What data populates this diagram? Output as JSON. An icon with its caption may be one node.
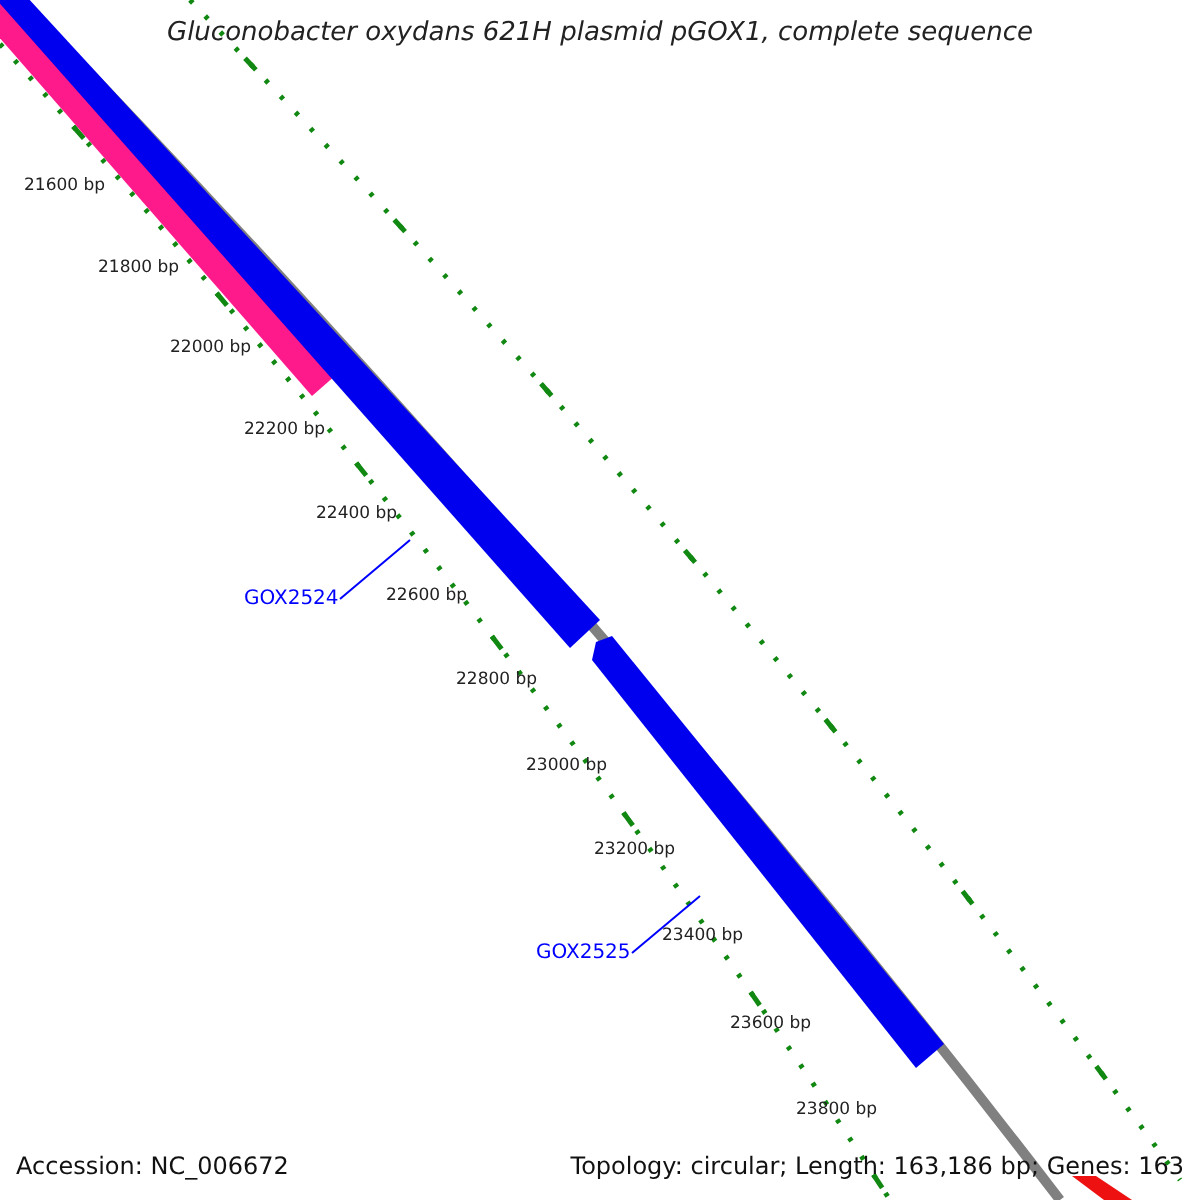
{
  "diagram": {
    "title": "Gluconobacter oxydans 621H plasmid pGOX1, complete sequence",
    "nodes": [
      {
        "text": [
          "GOX2524"
        ]
      },
      {
        "text": [
          "GOX2525"
        ]
      }
    ],
    "edges": [
      {
        "from": 0,
        "to": null,
        "arrow": "none"
      },
      {
        "from": 1,
        "to": null,
        "arrow": "none"
      }
    ],
    "labels": [
      "21600 bp",
      "21800 bp",
      "22000 bp",
      "22200 bp",
      "22400 bp",
      "22600 bp",
      "22800 bp",
      "23000 bp",
      "23200 bp",
      "23400 bp",
      "23600 bp",
      "23800 bp",
      "Accession: NC_006672",
      "Topology: circular; Length: 163,186 bp; Genes: 163"
    ]
  }
}
